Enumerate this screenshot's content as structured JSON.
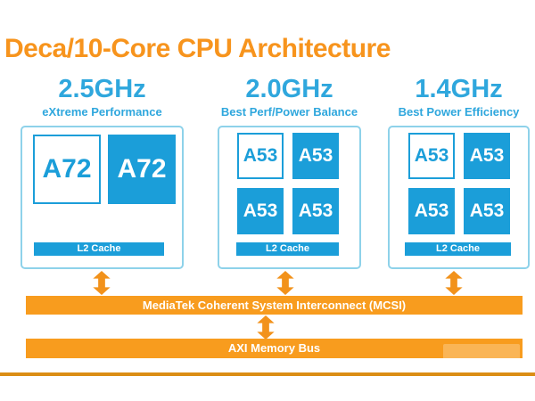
{
  "title": "Deca/10-Core CPU Architecture",
  "colors": {
    "title_orange": "#F7941D",
    "bus_orange": "#F89C1E",
    "arrow_orange": "#F2921B",
    "divider_orange": "#DB8E15",
    "core_blue": "#1B9ED9",
    "heading_blue": "#2FA7DD",
    "box_border_blue": "#8ED2EA"
  },
  "clusters": [
    {
      "frequency": "2.5GHz",
      "subtitle": "eXtreme Performance",
      "cache_label": "L2 Cache",
      "cores": [
        {
          "label": "A72",
          "filled": false
        },
        {
          "label": "A72",
          "filled": true
        }
      ]
    },
    {
      "frequency": "2.0GHz",
      "subtitle": "Best Perf/Power Balance",
      "cache_label": "L2 Cache",
      "cores": [
        {
          "label": "A53",
          "filled": false
        },
        {
          "label": "A53",
          "filled": true
        },
        {
          "label": "A53",
          "filled": true
        },
        {
          "label": "A53",
          "filled": true
        }
      ]
    },
    {
      "frequency": "1.4GHz",
      "subtitle": "Best Power Efficiency",
      "cache_label": "L2 Cache",
      "cores": [
        {
          "label": "A53",
          "filled": false
        },
        {
          "label": "A53",
          "filled": true
        },
        {
          "label": "A53",
          "filled": true
        },
        {
          "label": "A53",
          "filled": true
        }
      ]
    }
  ],
  "buses": {
    "mcsi_label": "MediaTek Coherent System Interconnect (MCSI)",
    "axi_label": "AXI Memory Bus"
  }
}
